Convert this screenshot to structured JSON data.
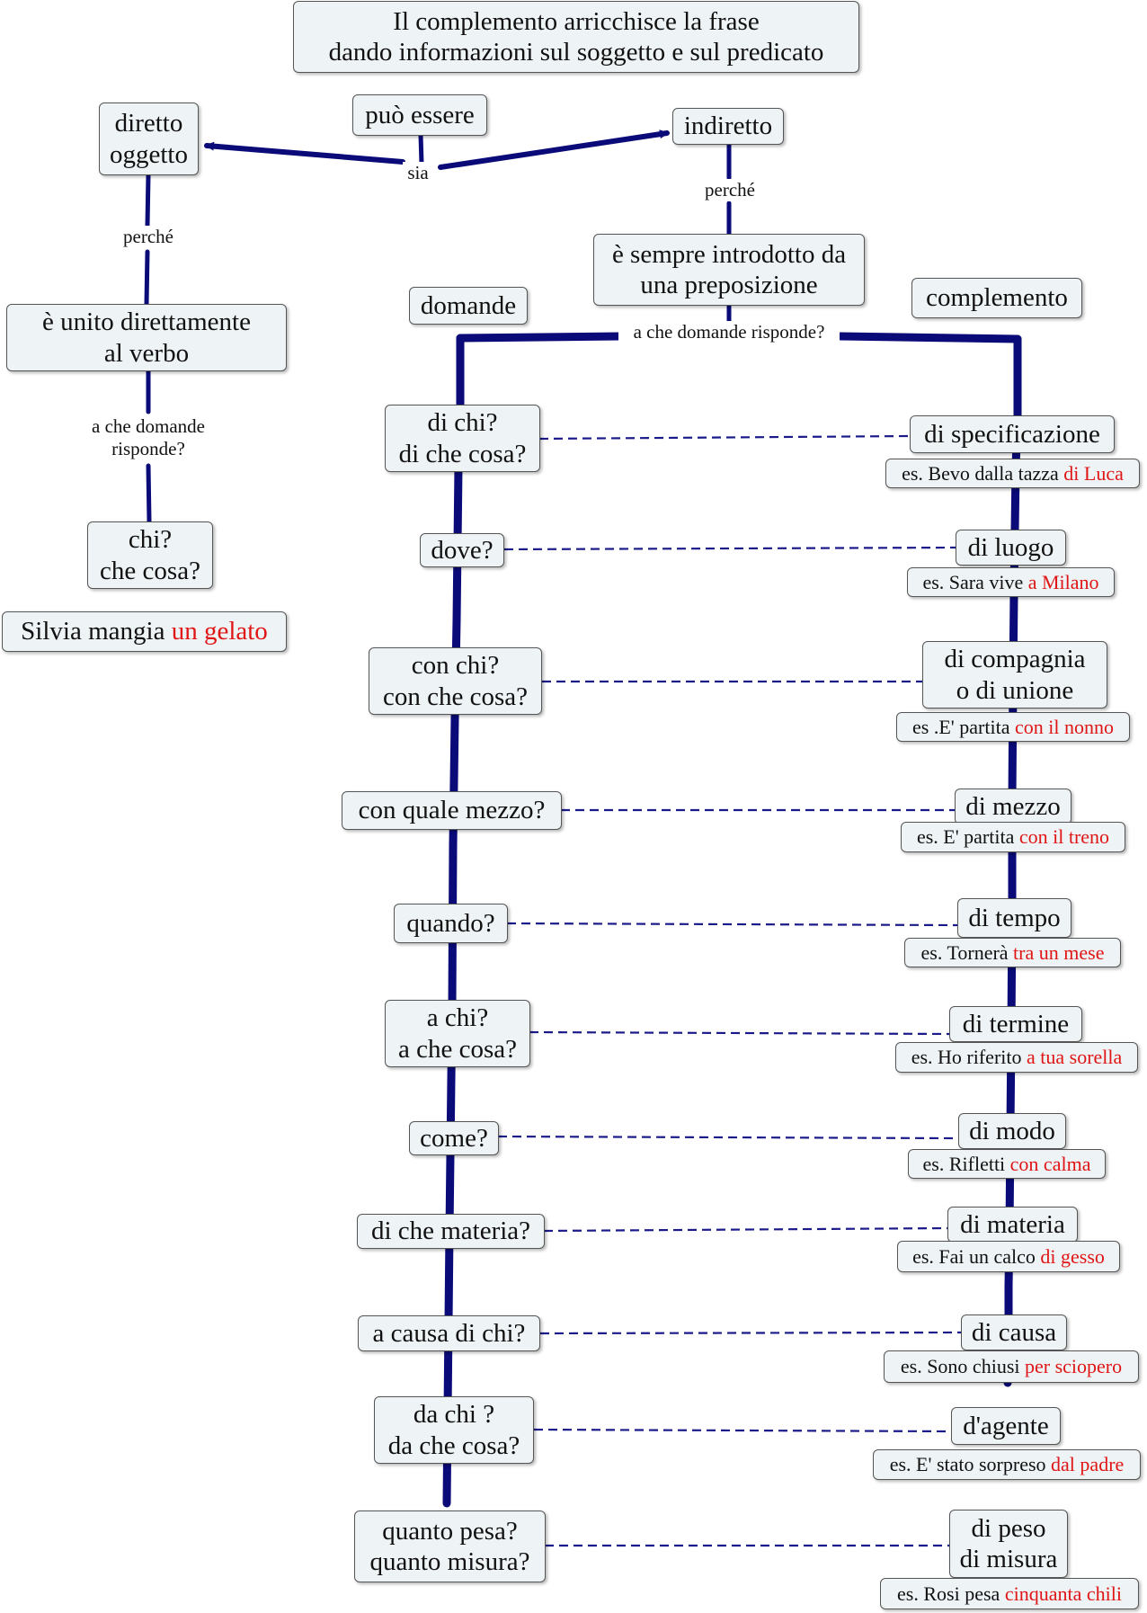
{
  "title": "Il complemento arricchisce la frase\ndando informazioni sul soggetto e sul predicato",
  "can_be": "può essere",
  "sia": "sia",
  "direct": "diretto\noggetto",
  "indirect": "indiretto",
  "because_left": "perché",
  "because_right": "perché",
  "direct_desc": "è unito direttamente\nal verbo",
  "indirect_desc": "è sempre introdotto da\nuna preposizione",
  "which_questions_left": "a che domande\nrisponde?",
  "which_questions_right": "a che domande risponde?",
  "direct_questions": "chi?\nche cosa?",
  "direct_example": {
    "prefix": "Silvia mangia ",
    "highlight": "un gelato"
  },
  "domande_header": "domande",
  "complemento_header": "complemento",
  "rows": [
    {
      "question": "di chi?\ndi che cosa?",
      "complement": "di specificazione",
      "example": "es. Bevo dalla tazza ",
      "example_highlight": "di Luca"
    },
    {
      "question": "dove?",
      "complement": "di luogo",
      "example": "es. Sara vive ",
      "example_highlight": "a Milano"
    },
    {
      "question": "con chi?\ncon che cosa?",
      "complement": "di compagnia\no di unione",
      "example": "es .E' partita ",
      "example_highlight": "con il nonno"
    },
    {
      "question": "con quale mezzo?",
      "complement": "di mezzo",
      "example": "es. E' partita ",
      "example_highlight": "con il treno"
    },
    {
      "question": "quando?",
      "complement": "di tempo",
      "example": "es. Tornerà ",
      "example_highlight": "tra un mese"
    },
    {
      "question": "a chi?\na che cosa?",
      "complement": "di termine",
      "example": "es. Ho riferito ",
      "example_highlight": "a tua sorella"
    },
    {
      "question": "come?",
      "complement": "di modo",
      "example": "es. Rifletti ",
      "example_highlight": "con calma"
    },
    {
      "question": "di che materia?",
      "complement": "di materia",
      "example": "es. Fai un calco ",
      "example_highlight": "di gesso"
    },
    {
      "question": "a causa di chi?",
      "complement": "di causa",
      "example": "es. Sono chiusi ",
      "example_highlight": "per sciopero"
    },
    {
      "question": "da chi ?\nda che cosa?",
      "complement": "d'agente",
      "example": "es. E' stato sorpreso ",
      "example_highlight": "dal padre"
    },
    {
      "question": "quanto pesa?\nquanto misura?",
      "complement": "di peso\ndi misura",
      "example": "es. Rosi pesa ",
      "example_highlight": "cinquanta chili"
    }
  ],
  "colors": {
    "connector": "#0a0a78",
    "highlight": "#e01515",
    "node_fill": "#eef3f5"
  }
}
